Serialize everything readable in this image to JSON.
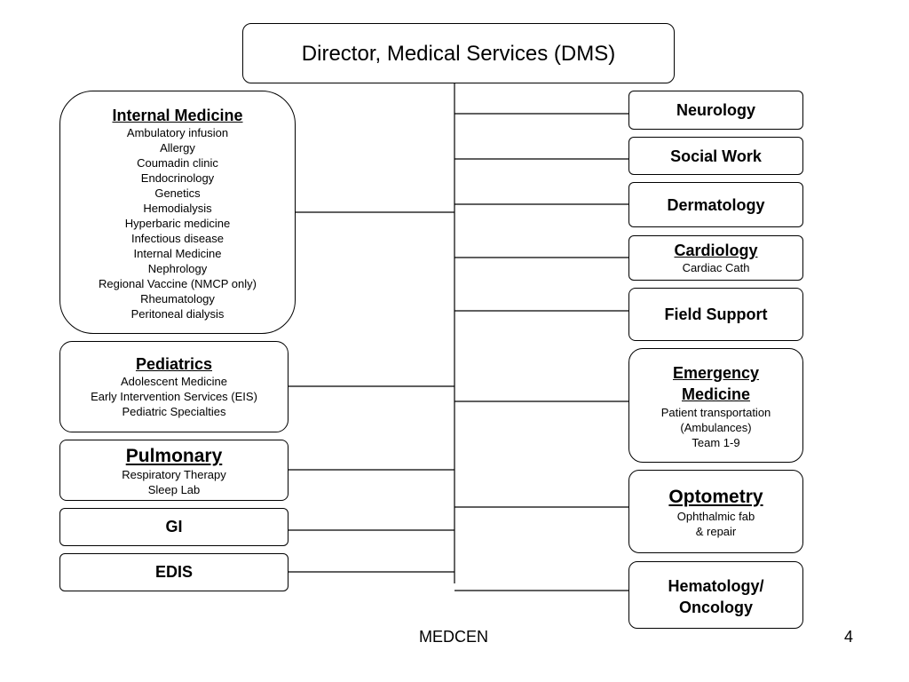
{
  "director": {
    "title": "Director, Medical Services (DMS)"
  },
  "left_units": {
    "internal_medicine": {
      "title": "Internal Medicine",
      "items": [
        "Ambulatory infusion",
        "Allergy",
        "Coumadin clinic",
        "Endocrinology",
        "Genetics",
        "Hemodialysis",
        "Hyperbaric medicine",
        "Infectious disease",
        "Internal Medicine",
        "Nephrology",
        "Regional Vaccine (NMCP only)",
        "Rheumatology",
        "Peritoneal dialysis"
      ]
    },
    "pediatrics": {
      "title": "Pediatrics",
      "items": [
        "Adolescent Medicine",
        "Early Intervention Services (EIS)",
        "Pediatric Specialties"
      ]
    },
    "pulmonary": {
      "title": "Pulmonary",
      "items": [
        "Respiratory Therapy",
        "Sleep Lab"
      ]
    },
    "gi": {
      "title": "GI"
    },
    "edis": {
      "title": "EDIS"
    }
  },
  "right_units": {
    "neurology": {
      "title": "Neurology"
    },
    "social_work": {
      "title": "Social Work"
    },
    "dermatology": {
      "title": "Dermatology"
    },
    "cardiology": {
      "title": "Cardiology",
      "items": [
        "Cardiac Cath"
      ]
    },
    "field_support": {
      "title": "Field Support"
    },
    "emergency_medicine": {
      "title_line1": "Emergency",
      "title_line2": "Medicine",
      "items": [
        "Patient transportation",
        "(Ambulances)",
        "Team 1-9"
      ]
    },
    "optometry": {
      "title": "Optometry",
      "items": [
        "Ophthalmic fab",
        "& repair"
      ]
    },
    "hematology_oncology": {
      "title_line1": "Hematology/",
      "title_line2": "Oncology"
    }
  },
  "footer": {
    "center": "MEDCEN",
    "page_number": "4"
  },
  "colors": {
    "line": "#000000",
    "box_border": "#000000",
    "background": "#ffffff"
  }
}
